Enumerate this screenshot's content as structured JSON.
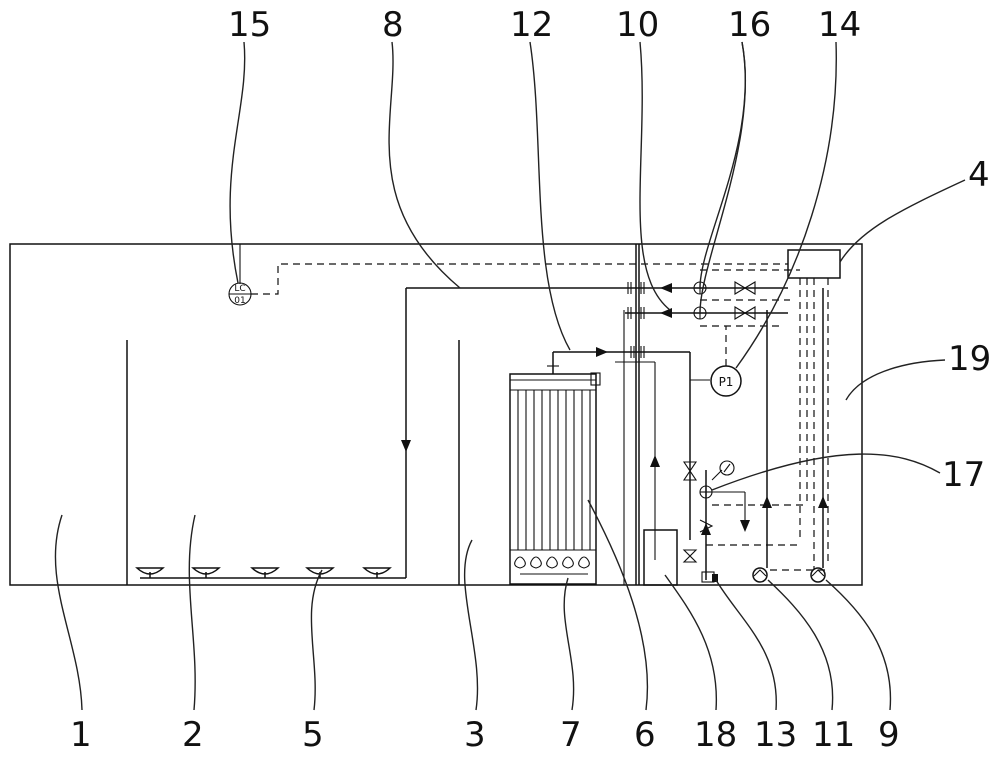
{
  "diagram": {
    "callouts": [
      "15",
      "8",
      "12",
      "10",
      "16",
      "14",
      "4",
      "19",
      "17",
      "1",
      "2",
      "5",
      "3",
      "7",
      "6",
      "18",
      "13",
      "11",
      "9"
    ],
    "instrument_lc_top": "LC",
    "instrument_lc_bottom": "01",
    "instrument_p1": "P1"
  }
}
